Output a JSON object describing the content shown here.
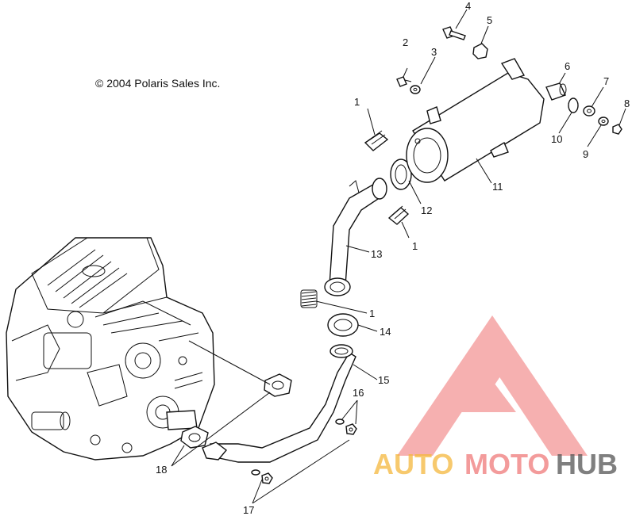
{
  "copyright": "© 2004 Polaris Sales Inc.",
  "callouts": {
    "c1a": "1",
    "c1b": "1",
    "c1c": "1",
    "c2": "2",
    "c3": "3",
    "c4": "4",
    "c5": "5",
    "c6": "6",
    "c7": "7",
    "c8": "8",
    "c9": "9",
    "c10": "10",
    "c11": "11",
    "c12": "12",
    "c13": "13",
    "c14": "14",
    "c15": "15",
    "c16": "16",
    "c17": "17",
    "c18": "18"
  },
  "watermark": {
    "part1": "AUTO",
    "part2": "MOTO",
    "part3": "HUB",
    "color1": "#f5b83d",
    "color2": "#f07a7a",
    "color3": "#555555"
  }
}
